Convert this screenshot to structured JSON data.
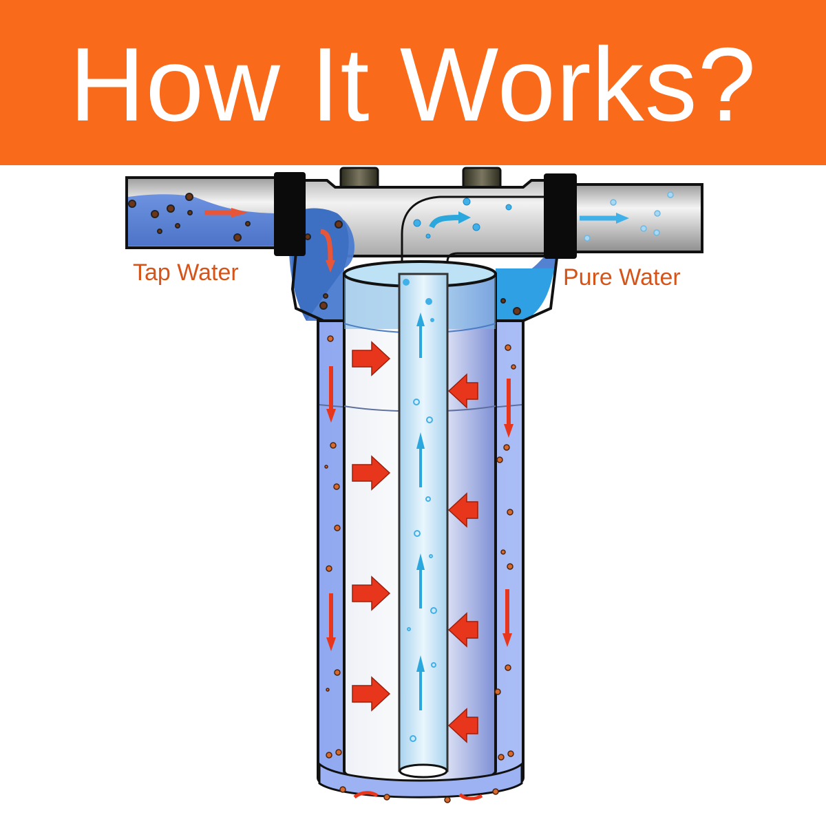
{
  "header": {
    "title": "How It Works?",
    "background_color": "#f96a1b",
    "text_color": "#ffffff"
  },
  "labels": {
    "inlet": "Tap Water",
    "outlet": "Pure Water",
    "label_color": "#d4541a"
  },
  "diagram": {
    "subject": "whole-house water filter cartridge in housing",
    "flow": {
      "inlet_direction": "left-to-right into housing",
      "through_cartridge": "inward (outside to center)",
      "center_tube": "upward",
      "outlet_direction": "left-to-right out of housing"
    },
    "colors": {
      "dirty_flow_arrows": "#e8361c",
      "clean_flow_arrows": "#2aa7dd",
      "water": "#7f9ee8",
      "sediment_particles": "#c4602a",
      "clean_bubbles": "#3fb0e8"
    }
  }
}
